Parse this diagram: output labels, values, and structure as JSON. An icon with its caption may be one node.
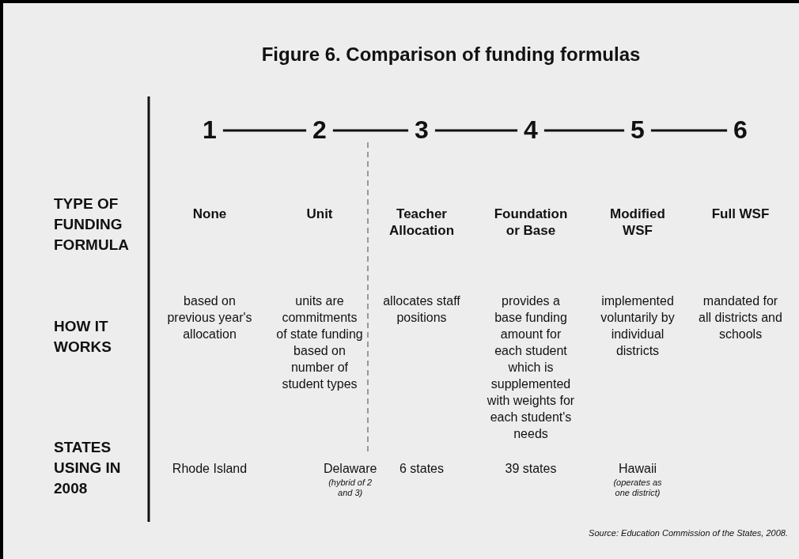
{
  "diagram": {
    "title": "Figure 6. Comparison of funding formulas",
    "caption": "Source: Education Commission of the States, 2008.",
    "nodes": [
      {
        "text": [
          "1"
        ]
      },
      {
        "text": [
          "2"
        ]
      },
      {
        "text": [
          "3"
        ]
      },
      {
        "text": [
          "4"
        ]
      },
      {
        "text": [
          "5"
        ]
      },
      {
        "text": [
          "6"
        ]
      }
    ],
    "edges": [
      {
        "from": 0,
        "to": 1,
        "arrow": "none"
      },
      {
        "from": 1,
        "to": 2,
        "arrow": "none"
      },
      {
        "from": 2,
        "to": 3,
        "arrow": "none"
      },
      {
        "from": 3,
        "to": 4,
        "arrow": "none"
      },
      {
        "from": 4,
        "to": 5,
        "arrow": "none"
      }
    ],
    "labels": [
      "TYPE OF FUNDING FORMULA",
      "None",
      "Unit",
      "Teacher Allocation",
      "Foundation or Base",
      "Modified WSF",
      "Full WSF",
      "HOW IT WORKS",
      "based on previous year's allocation",
      "units are commitments of state funding based on number of student types",
      "allocates staff positions",
      "provides a base funding amount for each student which is supplemented with weights for each student's needs",
      "implemented voluntarily by individual districts",
      "mandated for all districts and schools",
      "STATES USING IN 2008",
      "Rhode Island",
      "Delaware",
      "(hybrid of 2 and 3)",
      "6 states",
      "39 states",
      "Hawaii",
      "(operates as one district)"
    ]
  }
}
